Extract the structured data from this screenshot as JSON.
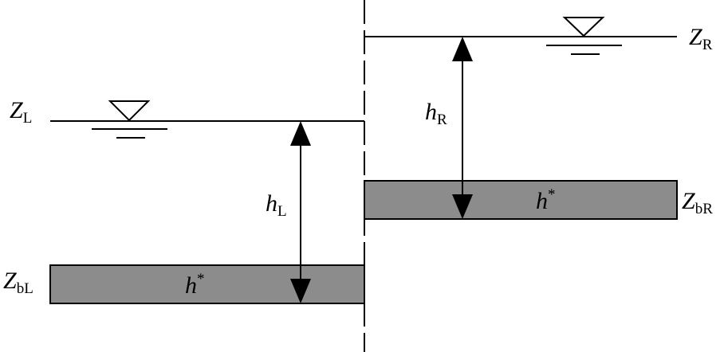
{
  "diagram": {
    "type": "hydraulic-step-schematic",
    "colors": {
      "line": "#000000",
      "bed_fill": "#8c8c8c",
      "background": "#ffffff"
    },
    "left": {
      "surface_label": {
        "main": "Z",
        "sub": "L"
      },
      "bed_label": {
        "main": "Z",
        "sub": "bL"
      },
      "depth_label": {
        "main": "h",
        "sub": "L"
      },
      "bed_text": {
        "main": "h",
        "sup": "*"
      }
    },
    "right": {
      "surface_label": {
        "main": "Z",
        "sub": "R"
      },
      "bed_label": {
        "main": "Z",
        "sub": "bR"
      },
      "depth_label": {
        "main": "h",
        "sub": "R"
      },
      "bed_text": {
        "main": "h",
        "sup": "*"
      }
    },
    "icons": [
      "water-surface-triangle-icon",
      "water-surface-triangle-icon"
    ]
  }
}
